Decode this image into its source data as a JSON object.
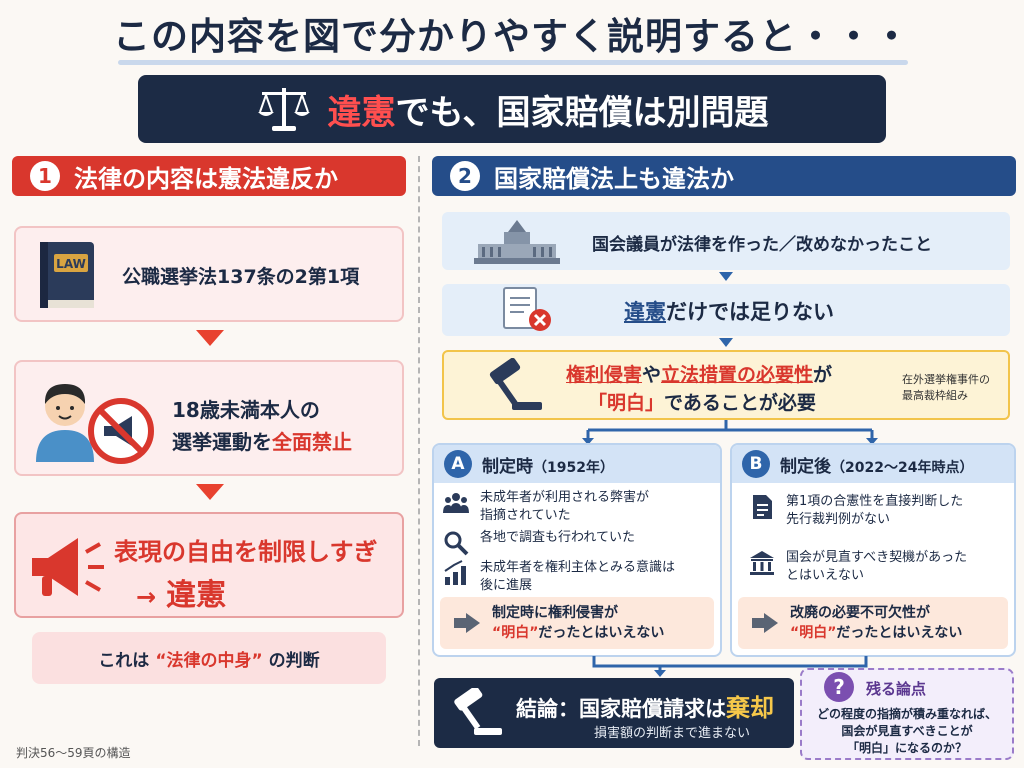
{
  "title": "この内容を図で分かりやすく説明すると・・・",
  "banner": {
    "red": "違憲",
    "rest": "でも、国家賠償は別問題"
  },
  "left": {
    "num": "1",
    "header": "法律の内容は憲法違反か",
    "law_icon_text": "LAW",
    "law_text": "公職選挙法137条の2第1項",
    "ban_line1": "18歳未満本人の",
    "ban_line2_a": "選挙運動を",
    "ban_line2_b": "全面禁止",
    "express_line1": "表現の自由を制限しすぎ",
    "express_arrow": "→",
    "express_line2": "違憲",
    "judge_a": "これは",
    "judge_b": "“法律の中身”",
    "judge_c": "の判断"
  },
  "right": {
    "num": "2",
    "header": "国家賠償法上も違法か",
    "step1": "国会議員が法律を作った／改めなかったこと",
    "step2_a": "違憲",
    "step2_b": "だけでは足りない",
    "step3_a": "権利侵害",
    "step3_b": "や",
    "step3_c": "立法措置の必要性",
    "step3_d": "が",
    "step3_e": "「明白」",
    "step3_f": "であることが必要",
    "step3_note1": "在外選挙権事件の",
    "step3_note2": "最高裁枠組み",
    "A": {
      "badge": "A",
      "title": "制定時",
      "sub": "（1952年）",
      "items": [
        {
          "l1": "未成年者が利用される弊害が",
          "l2": "指摘されていた"
        },
        {
          "l1": "各地で調査も行われていた",
          "l2": ""
        },
        {
          "l1": "未成年者を権利主体とみる意識は",
          "l2": "後に進展"
        }
      ],
      "foot1": "制定時に権利侵害が",
      "foot2_red": "“明白”",
      "foot2_rest": "だったとはいえない"
    },
    "B": {
      "badge": "B",
      "title": "制定後",
      "sub": "（2022〜24年時点）",
      "items": [
        {
          "l1": "第1項の合憲性を直接判断した",
          "l2": "先行裁判例がない"
        },
        {
          "l1": "国会が見直すべき契機があった",
          "l2": "とはいえない"
        }
      ],
      "foot1": "改廃の必要不可欠性が",
      "foot2_red": "“明白”",
      "foot2_rest": "だったとはいえない"
    },
    "conclusion_label": "結論：",
    "conclusion_main": "国家賠償請求は",
    "conclusion_key": "棄却",
    "conclusion_sub": "損害額の判断まで進まない",
    "remain_icon": "?",
    "remain_title": "残る論点",
    "remain_l1": "どの程度の指摘が積み重なれば、",
    "remain_l2": "国会が見直すべきことが",
    "remain_l3": "「明白」になるのか？"
  },
  "footer_note": "判決56〜59頁の構造",
  "colors": {
    "navy": "#1c2b45",
    "red": "#d9372d",
    "blue": "#254d89",
    "yellow": "#f6c84a",
    "purple": "#7b4fb0"
  }
}
